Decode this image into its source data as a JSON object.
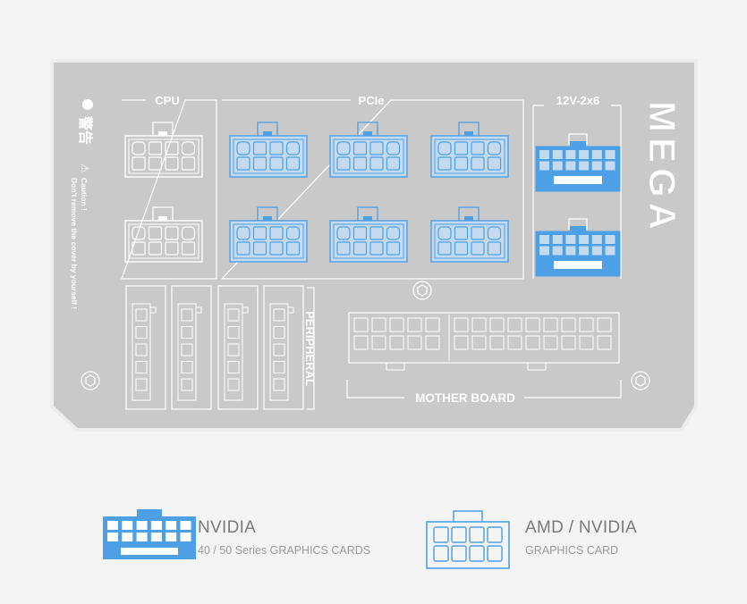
{
  "panel": {
    "brand_logo": "MEGA",
    "sections": {
      "cpu": "CPU",
      "pcie": "PCIe",
      "hpwr": "12V-2x6",
      "peripheral": "PERIPHERAL",
      "motherboard": "MOTHER BOARD"
    },
    "warning": {
      "cn": "警告",
      "caution": "Caution !",
      "message": "Don't remove the cover by yourself !"
    }
  },
  "legend": [
    {
      "title": "NVIDIA",
      "subtitle": "40 / 50 Series  GRAPHICS CARDS",
      "icon": "12v-2x6-connector-icon"
    },
    {
      "title": "AMD / NVIDIA",
      "subtitle": "GRAPHICS CARD",
      "icon": "pcie-8pin-connector-icon"
    }
  ],
  "colors": {
    "background": "#f4f4f4",
    "panel": "#c9c9c9",
    "outline": "#ffffff",
    "connector_blue": "#4d9fe6",
    "connector_blue_fill": "#c4dbef"
  }
}
